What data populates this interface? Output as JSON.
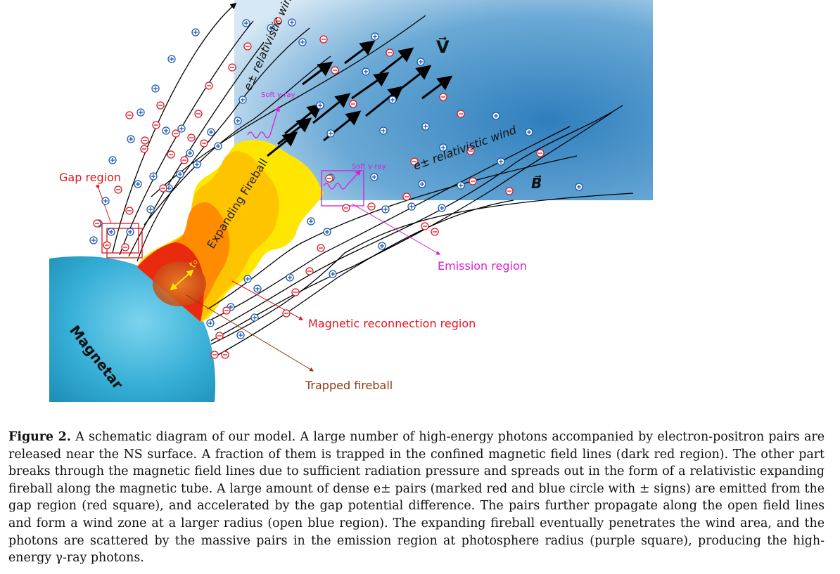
{
  "figure": {
    "labels": {
      "gap_region": "Gap region",
      "expanding_fireball": "Expanding Fireball",
      "t0": "t₀",
      "magnetar": "Magnetar",
      "wind_upper": "e± relativistic wind",
      "wind_lower": "e± relativistic wind",
      "soft_gamma_upper": "Soft γ-ray",
      "soft_gamma_lower": "Soft γ-ray",
      "velocity": "V⃗",
      "field": "B⃗",
      "emission_region": "Emission region",
      "magnetic_reconnection_region": "Magnetic reconnection region",
      "trapped_fireball": "Trapped fireball"
    },
    "colors": {
      "wind_region_light": "#cfe3f2",
      "wind_region_dark": "#3f8dc6",
      "magnetar": "#3bb0d6",
      "fireball_outer": "#ffe600",
      "fireball_inner": "#e8140a",
      "positron": "#1a56b0",
      "electron": "#e0141e",
      "gap_region": "#e0141e",
      "emission_region": "#d81ed8",
      "trapped": "#8b3a0f"
    }
  },
  "caption": {
    "figure_number": "Figure 2.",
    "text": "A schematic diagram of our model. A large number of high-energy photons accompanied by electron-positron pairs are released near the NS surface. A fraction of them is trapped in the confined magnetic field lines (dark red region). The other part breaks through the magnetic field lines due to sufficient radiation pressure and spreads out in the form of a relativistic expanding fireball along the magnetic tube. A large amount of dense e± pairs (marked red and blue circle with ± signs) are emitted from the gap region (red square), and accelerated by the gap potential difference. The pairs further propagate along the open field lines and form a wind zone at a larger radius (open blue region). The expanding fireball eventually penetrates the wind area, and the photons are scattered by the massive pairs in the emission region at photosphere radius (purple square), producing the high-energy γ-ray photons."
  }
}
